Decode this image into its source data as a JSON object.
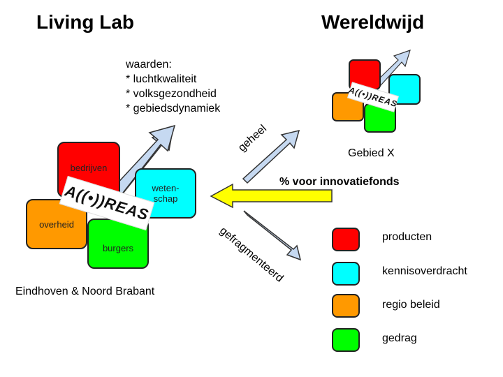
{
  "titles": {
    "left": "Living Lab",
    "right": "Wereldwijd"
  },
  "values": {
    "heading": "waarden:",
    "items": [
      "* luchtkwaliteit",
      "* volksgezondheid",
      "* gebiedsdynamiek"
    ]
  },
  "cluster_main": {
    "boxes": {
      "bedrijven": "bedrijven",
      "wetenschap_line1": "weten-",
      "wetenschap_line2": "schap",
      "overheid": "overheid",
      "burgers": "burgers"
    },
    "logo_text": "A((•))REAS",
    "caption": "Eindhoven & Noord Brabant"
  },
  "cluster_world": {
    "logo_text": "A((•))REAS",
    "caption": "Gebied X"
  },
  "arrows": {
    "geheel": "geheel",
    "innovatiefonds": "% voor innovatiefonds",
    "gefragmenteerd": "gefragmenteerd"
  },
  "legend": [
    {
      "label": "producten",
      "color": "#ff0000"
    },
    {
      "label": "kennisoverdracht",
      "color": "#00ffff"
    },
    {
      "label": "regio beleid",
      "color": "#ff9900"
    },
    {
      "label": "gedrag",
      "color": "#00ff00"
    }
  ],
  "colors": {
    "red": "#ff0000",
    "cyan": "#00ffff",
    "orange": "#ff9900",
    "green": "#00ff00",
    "arrow_blue": "#c6d9f1",
    "arrow_yellow": "#ffff00"
  }
}
